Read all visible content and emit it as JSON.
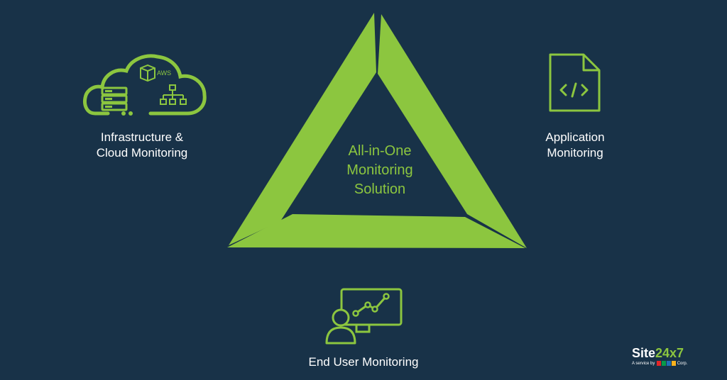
{
  "diagram": {
    "center_lines": [
      "All-in-One",
      "Monitoring",
      "Solution"
    ],
    "nodes": {
      "infrastructure": {
        "lines": [
          "Infrastructure &",
          "Cloud Monitoring"
        ],
        "icon": "cloud-server-icon",
        "icon_text": "AWS"
      },
      "application": {
        "lines": [
          "Application",
          "Monitoring"
        ],
        "icon": "code-file-icon",
        "icon_text": "</>"
      },
      "end_user": {
        "lines": [
          "End User Monitoring"
        ],
        "icon": "user-dashboard-icon"
      }
    }
  },
  "brand": {
    "name_part1": "Site",
    "name_part2": "24x7",
    "tagline_prefix": "A service by",
    "tagline_suffix": "Corp."
  },
  "colors": {
    "background": "#183248",
    "accent": "#8cc63f",
    "text": "#ffffff"
  }
}
